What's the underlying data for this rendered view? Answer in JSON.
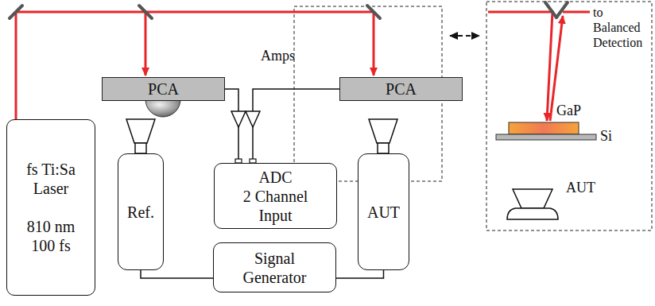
{
  "diagram": {
    "nodes": [
      {
        "text": [
          "fs Ti:Sa Laser",
          "810 nm 100 fs"
        ]
      },
      {
        "text": [
          "PCA"
        ]
      },
      {
        "text": [
          "PCA"
        ]
      },
      {
        "text": [
          "ADC",
          "2 Channel Input"
        ]
      },
      {
        "text": [
          "Ref."
        ]
      },
      {
        "text": [
          "AUT"
        ]
      },
      {
        "text": [
          "Signal Generator"
        ]
      }
    ],
    "edges": [
      {
        "from": 1,
        "to": 3,
        "arrow": "none"
      },
      {
        "from": 2,
        "to": 3,
        "arrow": "none"
      },
      {
        "from": 6,
        "to": 4,
        "arrow": "none"
      },
      {
        "from": 6,
        "to": 5,
        "arrow": "none"
      }
    ],
    "labels": [
      "Amps",
      "GaP",
      "Si",
      "to Balanced Detection",
      "AUT"
    ]
  }
}
